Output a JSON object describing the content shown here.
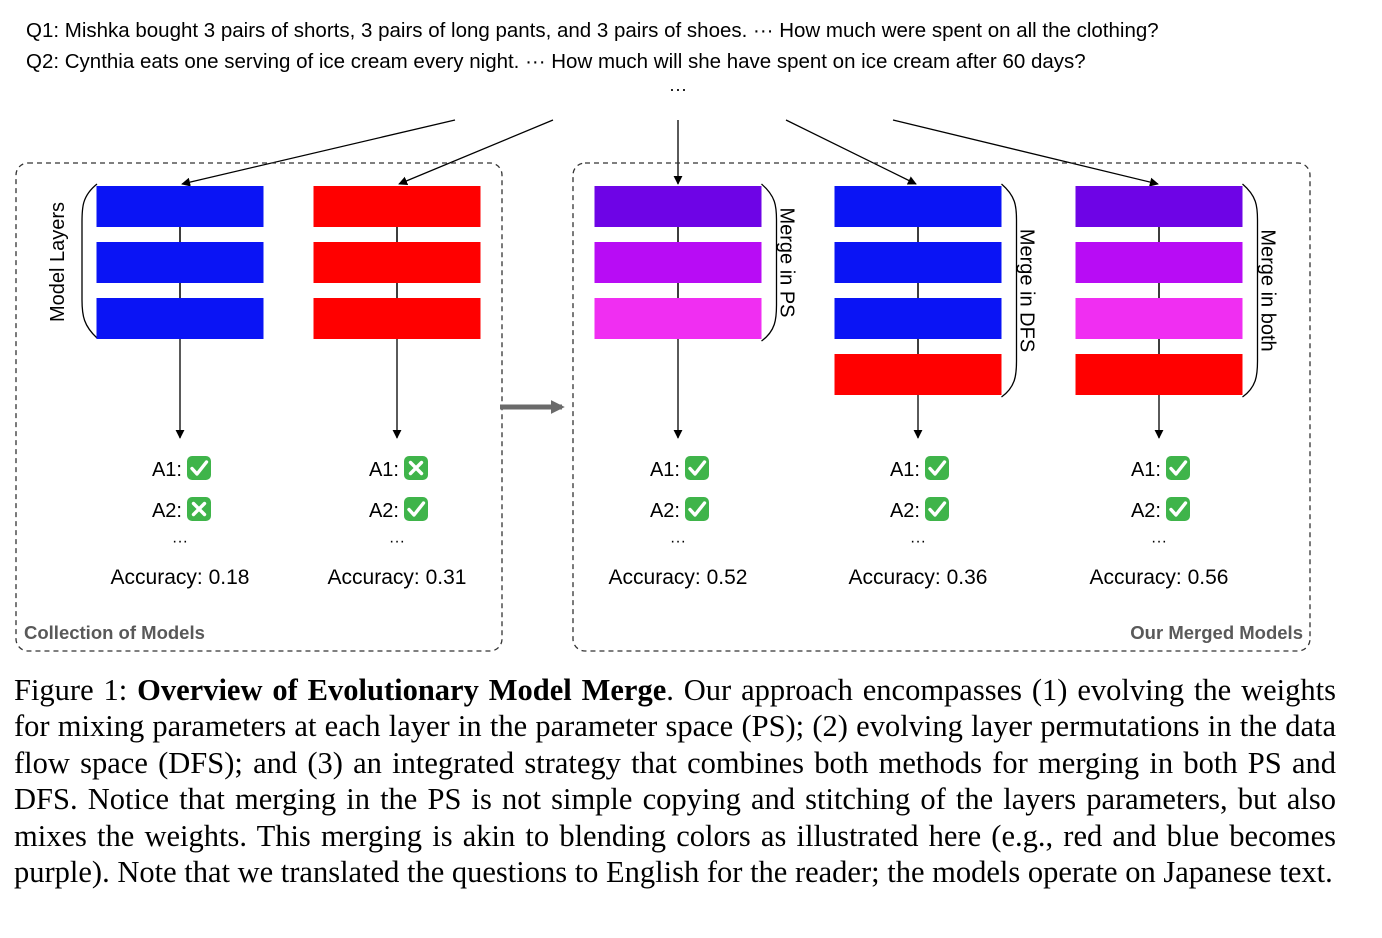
{
  "questions": {
    "q1": "Q1: Mishka bought 3 pairs of shorts, 3 pairs of long pants, and 3 pairs of shoes. ··· How much were spent on all the clothing?",
    "q2": "Q2: Cynthia eats one serving of ice cream every night. ··· How much will she have spent on ice cream after 60 days?",
    "more": "···"
  },
  "groups": {
    "collection_label": "Collection of Models",
    "merged_label": "Our Merged Models"
  },
  "model_layers_label": "Model Layers",
  "colors": {
    "blue": "#0a14f5",
    "red": "#ff0000",
    "purple": "#6e04e6",
    "violet": "#b80cf5",
    "magenta": "#f02ef2",
    "check": "#3fb44a",
    "cross": "#3fb44a"
  },
  "models": [
    {
      "layers": [
        "blue",
        "blue",
        "blue"
      ],
      "a1_label": "A1:",
      "a1_icon": "cross-mark-icon",
      "a1": "✓",
      "a2_label": "A2:",
      "a2": "✗",
      "more": "···",
      "accuracy": "Accuracy: 0.18",
      "bracket_label": ""
    },
    {
      "layers": [
        "red",
        "red",
        "red"
      ],
      "a1_label": "A1:",
      "a1": "✗",
      "a2_label": "A2:",
      "a2": "✓",
      "more": "···",
      "accuracy": "Accuracy: 0.31",
      "bracket_label": ""
    },
    {
      "layers": [
        "purple",
        "violet",
        "magenta"
      ],
      "a1_label": "A1:",
      "a1": "✓",
      "a2_label": "A2:",
      "a2": "✓",
      "more": "···",
      "accuracy": "Accuracy: 0.52",
      "bracket_label": "Merge in PS"
    },
    {
      "layers": [
        "blue",
        "blue",
        "blue",
        "red"
      ],
      "a1_label": "A1:",
      "a1": "✓",
      "a2_label": "A2:",
      "a2": "✓",
      "more": "···",
      "accuracy": "Accuracy: 0.36",
      "bracket_label": "Merge in DFS"
    },
    {
      "layers": [
        "purple",
        "violet",
        "magenta",
        "red"
      ],
      "a1_label": "A1:",
      "a1": "✓",
      "a2_label": "A2:",
      "a2": "✓",
      "more": "···",
      "accuracy": "Accuracy: 0.56",
      "bracket_label": "Merge in both"
    }
  ],
  "caption": {
    "prefix": "Figure 1: ",
    "title": "Overview of Evolutionary Model Merge",
    "body": ". Our approach encompasses (1) evolving the weights for mixing parameters at each layer in the parameter space (PS); (2) evolving layer permutations in the data flow space (DFS); and (3) an integrated strategy that combines both methods for merging in both PS and DFS. Notice that merging in the PS is not simple copying and stitching of the layers parameters, but also mixes the weights. This merging is akin to blending colors as illustrated here (e.g., red and blue becomes purple). Note that we translated the questions to English for the reader; the models operate on Japanese text."
  }
}
